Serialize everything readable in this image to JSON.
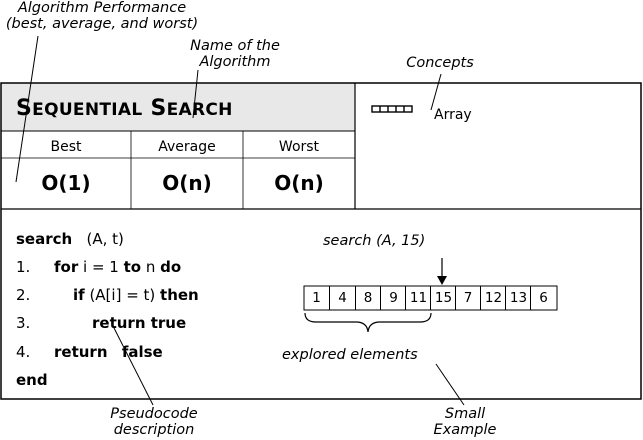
{
  "annotations": {
    "performance": "Algorithm Performance (best, average, and worst)",
    "performance_line1": "Algorithm Performance",
    "performance_line2": "(best, average, and worst)",
    "name_line1": "Name of the",
    "name_line2": "Algorithm",
    "concepts": "Concepts",
    "pseudocode_line1": "Pseudocode",
    "pseudocode_line2": "description",
    "example_line1": "Small",
    "example_line2": "Example"
  },
  "card": {
    "title_first_letter": "S",
    "title_first_rest": "EQUENTIAL",
    "title_second_letter": "S",
    "title_second_rest": "EARCH",
    "columns": [
      {
        "header": "Best",
        "value": "O(1)"
      },
      {
        "header": "Average",
        "value": "O(n)"
      },
      {
        "header": "Worst",
        "value": "O(n)"
      }
    ],
    "concept_label": "Array"
  },
  "pseudocode": {
    "signature_keyword": "search",
    "signature_args": "(A, t)",
    "lines": [
      {
        "num": "1.",
        "kw1": "for",
        "mid": " i = 1 ",
        "kw2": "to",
        "after": " n ",
        "kw3": "do"
      },
      {
        "num": "2.",
        "kw1": "if",
        "mid": " (A[i] = t) ",
        "kw2": "then"
      },
      {
        "num": "3.",
        "kw1": "return true"
      },
      {
        "num": "4.",
        "kw1": "return",
        "kw2": "false"
      }
    ],
    "end": "end"
  },
  "example": {
    "call": "search (A, 15)",
    "array": [
      "1",
      "4",
      "8",
      "9",
      "11",
      "15",
      "7",
      "12",
      "13",
      "6"
    ],
    "explored_label": "explored elements"
  }
}
